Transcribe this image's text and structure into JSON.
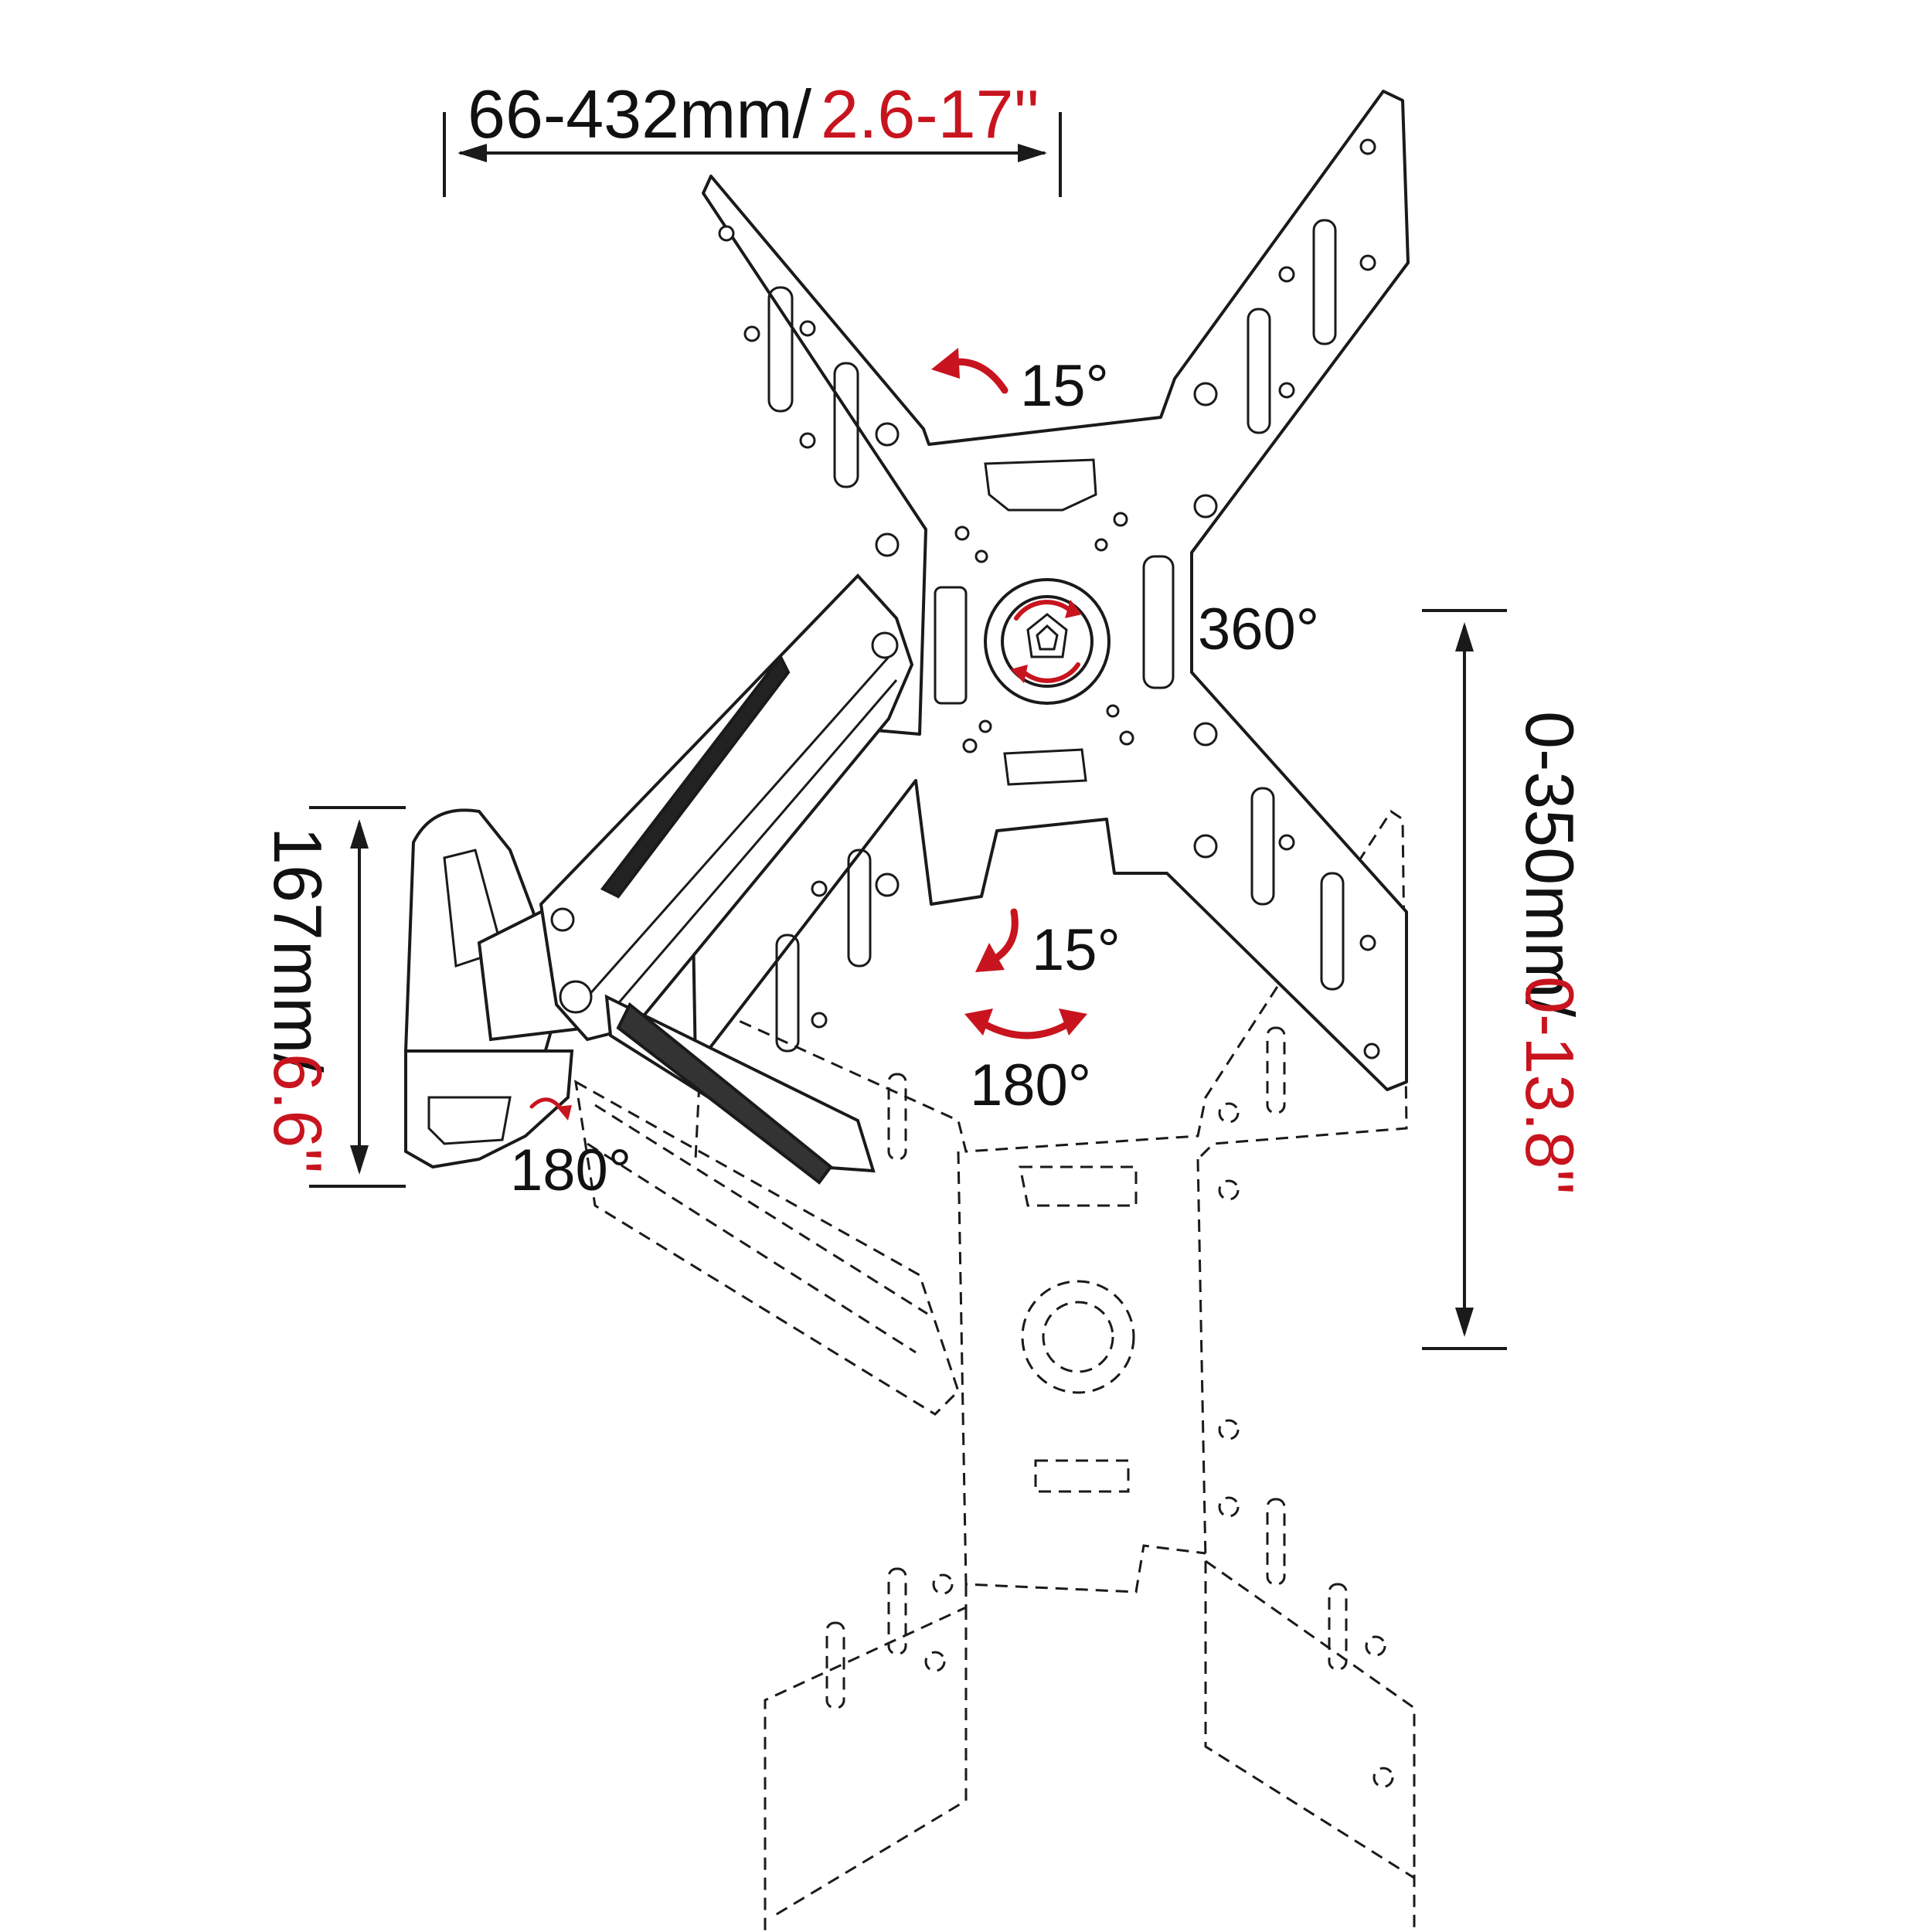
{
  "dimensions": {
    "width_range": {
      "metric": "66-432mm/",
      "imperial": "2.6-17''"
    },
    "height": {
      "metric": "167mm/",
      "imperial": "6.6''"
    },
    "extension": {
      "metric": "0-350mm/",
      "imperial": "0-13.8''"
    }
  },
  "rotations": {
    "tilt_up": "15°",
    "tilt_down": "15°",
    "rotate": "360°",
    "swivel_plate": "180°",
    "swivel_wall": "180°"
  },
  "colors": {
    "line": "#1a1a1a",
    "accent": "#c8141e",
    "background": "#ffffff"
  },
  "icons": [
    "tilt-up-arrow-icon",
    "tilt-down-arrow-icon",
    "swivel-arrow-icon",
    "rotation-icon",
    "wall-swivel-arrow-icon"
  ]
}
